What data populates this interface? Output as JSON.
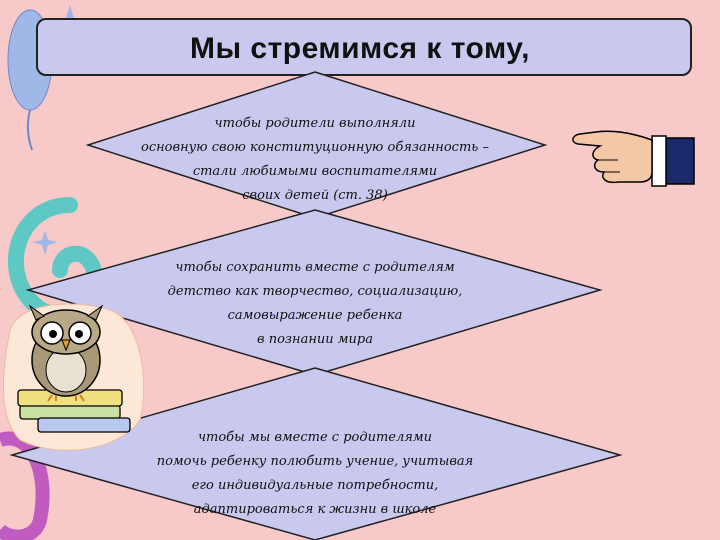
{
  "slide": {
    "title": "Мы стремимся к тому,",
    "items": [
      {
        "lines": [
          "чтобы родители выполняли",
          "основную свою конституционную обязанность –",
          "стали любимыми воспитателями",
          "своих детей (ст. 38)"
        ]
      },
      {
        "lines": [
          "чтобы сохранить вместе с родителям",
          "детство как творчество, социализацию,",
          "самовыражение ребенка",
          "в познании мира"
        ]
      },
      {
        "lines": [
          "чтобы мы вместе с родителями",
          "помочь ребенку полюбить учение, учитывая",
          "его индивидуальные потребности,",
          "адаптироваться к жизни в школе"
        ]
      }
    ]
  },
  "colors": {
    "background": "#f7c9c9",
    "panel": "#c9c8ee",
    "outline": "#222222",
    "swirl_blue": "#9fb8e8",
    "swirl_teal": "#5ec9c4",
    "swirl_purple": "#c05cc0"
  },
  "icons": {
    "pointing_hand": "pointing-hand-icon",
    "owl_on_books": "owl-books-icon"
  }
}
